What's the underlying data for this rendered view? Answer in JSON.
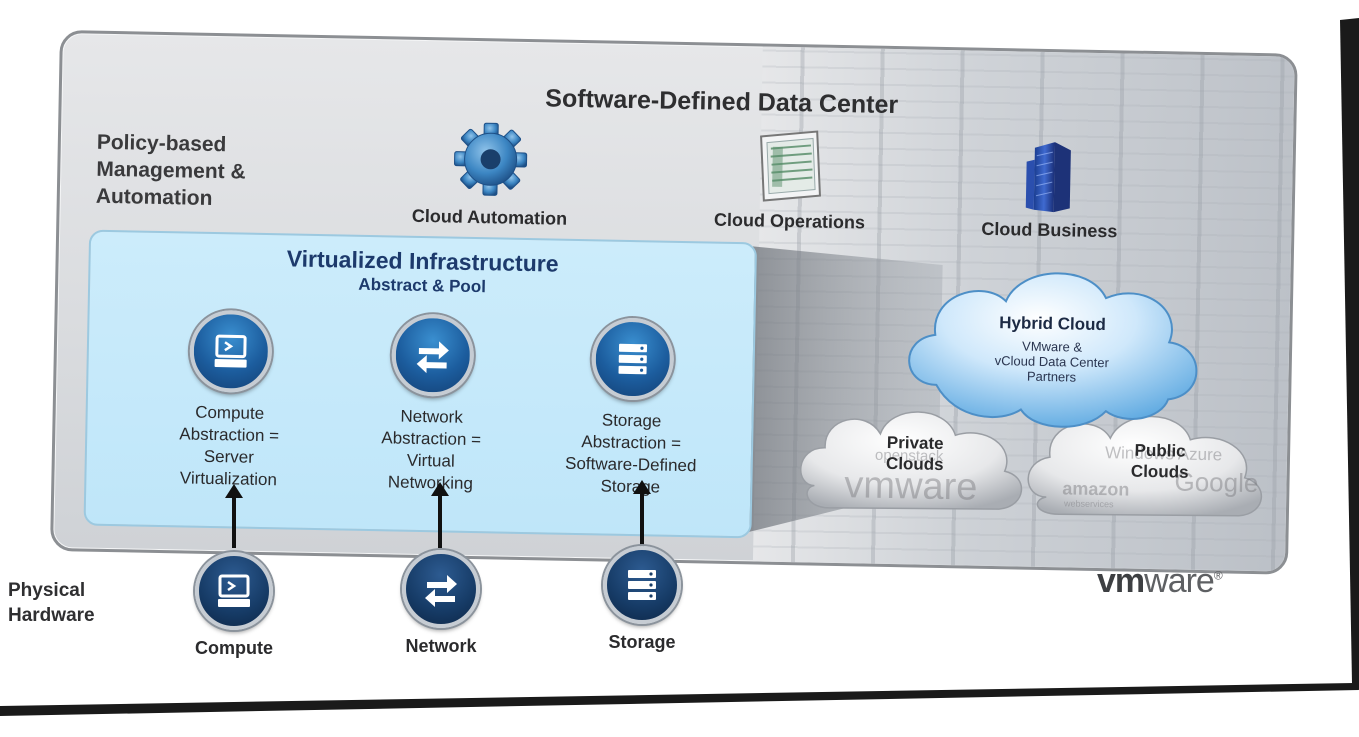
{
  "sddc": {
    "title": "Software-Defined Data Center"
  },
  "policy": {
    "line1": "Policy-based",
    "line2": "Management &",
    "line3": "Automation"
  },
  "capabilities": [
    {
      "label": "Cloud Automation",
      "icon": "gear-icon"
    },
    {
      "label": "Cloud Operations",
      "icon": "dashboard-screen-icon"
    },
    {
      "label": "Cloud Business",
      "icon": "building-icon"
    }
  ],
  "virtualized": {
    "title": "Virtualized Infrastructure",
    "subtitle": "Abstract & Pool",
    "items": [
      {
        "icon": "computer-icon",
        "lines": [
          "Compute",
          "Abstraction =",
          "Server",
          "Virtualization"
        ]
      },
      {
        "icon": "network-arrows-icon",
        "lines": [
          "Network",
          "Abstraction =",
          "Virtual",
          "Networking"
        ]
      },
      {
        "icon": "storage-icon",
        "lines": [
          "Storage",
          "Abstraction =",
          "Software-Defined",
          "Storage"
        ]
      }
    ]
  },
  "hybrid_cloud": {
    "title": "Hybrid Cloud",
    "line1": "VMware &",
    "line2": "vCloud Data Center",
    "line3": "Partners"
  },
  "private_cloud": {
    "line1": "Private",
    "line2": "Clouds",
    "bg_text1": "openstack",
    "bg_text2": "vmware"
  },
  "public_cloud": {
    "line1": "Public",
    "line2": "Clouds",
    "bg_text1": "Windows Azure",
    "bg_text2": "amazon",
    "bg_text3": "webservices",
    "bg_text4": "Google"
  },
  "physical": {
    "line1": "Physical",
    "line2": "Hardware",
    "items": [
      {
        "label": "Compute",
        "icon": "computer-icon"
      },
      {
        "label": "Network",
        "icon": "network-arrows-icon"
      },
      {
        "label": "Storage",
        "icon": "storage-icon"
      }
    ]
  },
  "logo": {
    "bold": "vm",
    "light": "ware",
    "mark": "®"
  },
  "colors": {
    "panel_blue": "#c4e8fa",
    "icon_blue": "#1c5d9e",
    "title_navy": "#1d3a6c"
  }
}
